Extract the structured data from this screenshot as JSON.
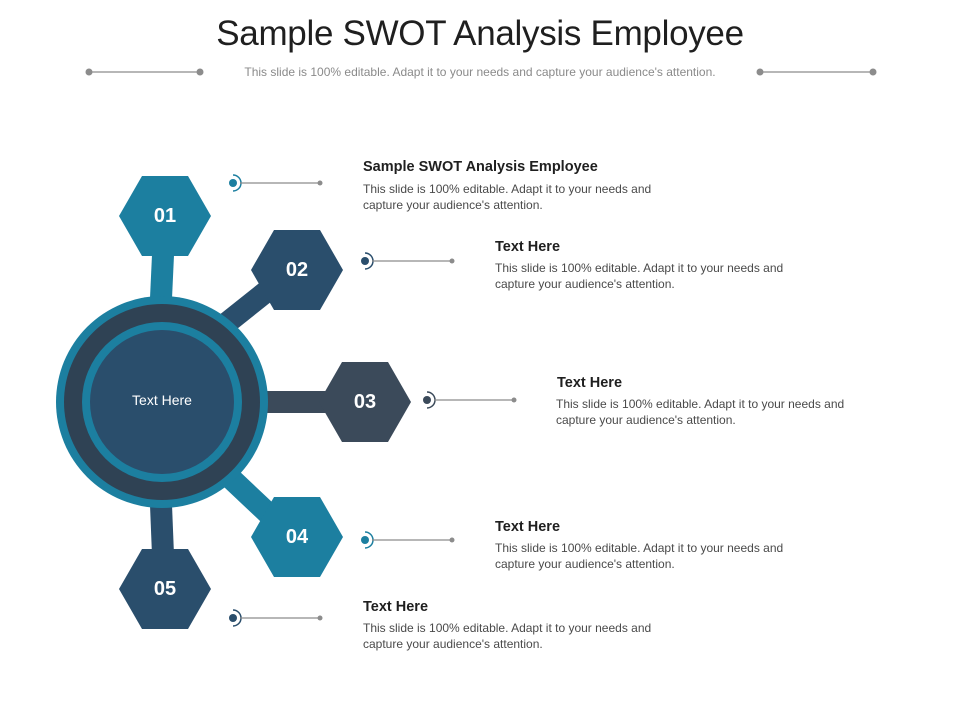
{
  "header": {
    "title": "Sample SWOT Analysis Employee",
    "subtitle": "This slide is 100% editable. Adapt it to your needs and capture your audience's attention."
  },
  "center": {
    "label": "Text Here"
  },
  "colors": {
    "teal": "#1c7fa0",
    "navy": "#2a4e6c",
    "slate": "#3b4a5a",
    "dark_ring": "#2f4254"
  },
  "items": [
    {
      "number": "01",
      "title": "Sample SWOT Analysis Employee",
      "text": "This slide is 100% editable. Adapt it to your needs and capture your audience's attention."
    },
    {
      "number": "02",
      "title": "Text Here",
      "text": "This slide is 100% editable. Adapt it to your needs and capture your audience's attention."
    },
    {
      "number": "03",
      "title": "Text Here",
      "text": "This slide is 100% editable. Adapt it to your needs and capture your audience's attention."
    },
    {
      "number": "04",
      "title": "Text Here",
      "text": "This slide is 100% editable. Adapt it to your needs and capture your audience's attention."
    },
    {
      "number": "05",
      "title": "Text Here",
      "text": "This slide is 100% editable. Adapt it to your needs and capture your audience's attention."
    }
  ]
}
